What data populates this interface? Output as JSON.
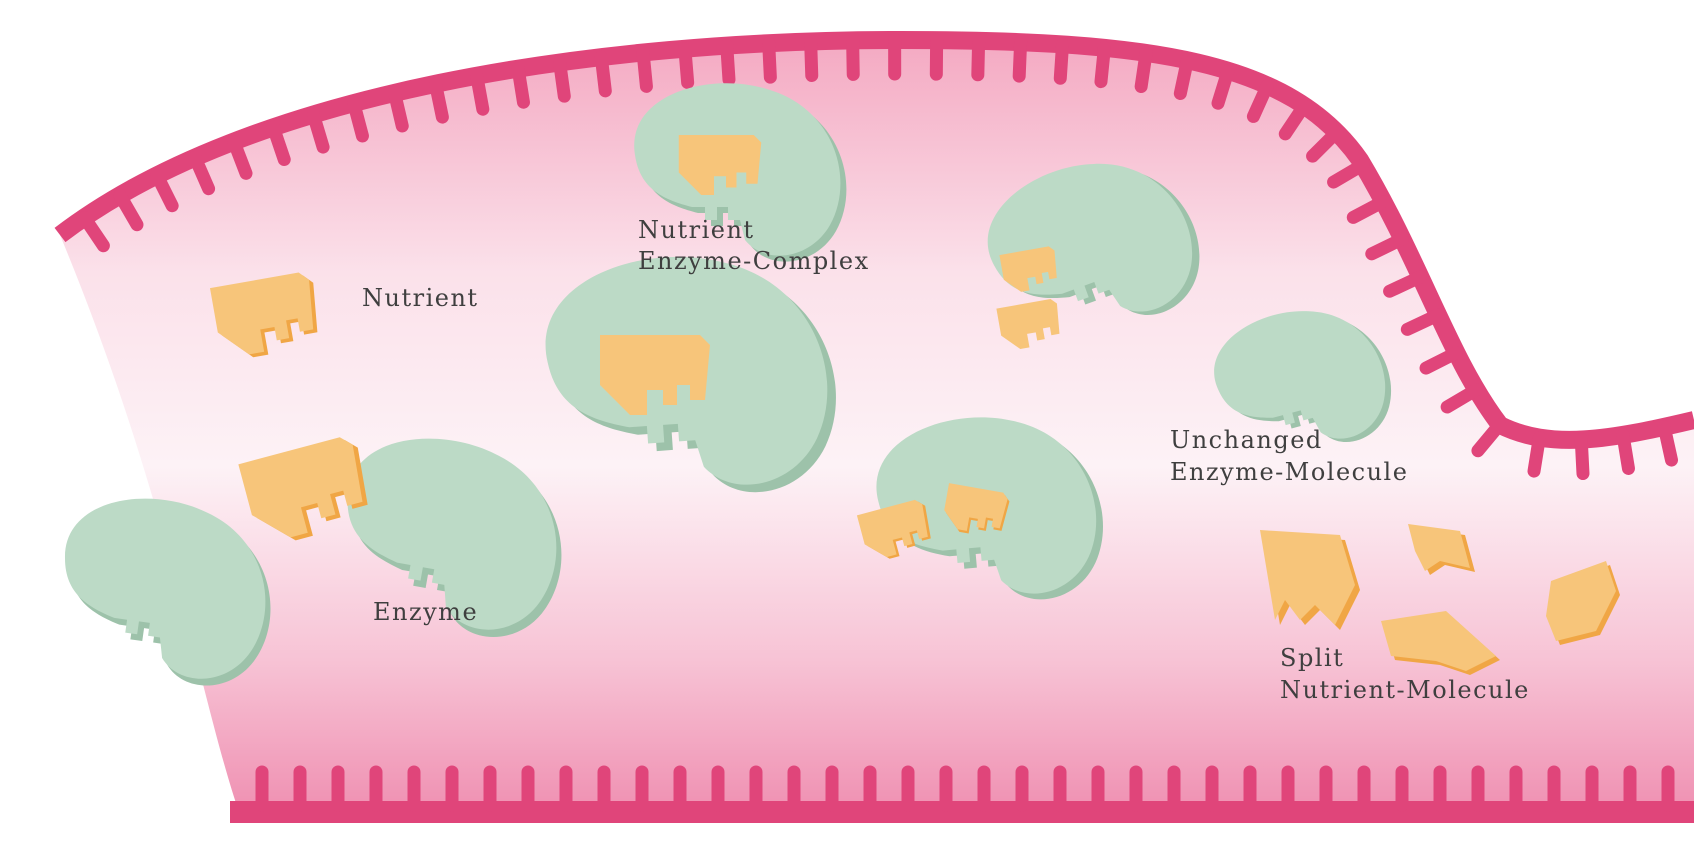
{
  "labels": {
    "nutrient": "Nutrient",
    "complex_line1": "Nutrient",
    "complex_line2": "Enzyme-Complex",
    "enzyme": "Enzyme",
    "unchanged_line1": "Unchanged",
    "unchanged_line2": "Enzyme-Molecule",
    "split_line1": "Split",
    "split_line2": "Nutrient-Molecule"
  },
  "colors": {
    "intestine_wall": "#e0457a",
    "lumen_light": "#fbeef3",
    "lumen_pink": "#f3a9c3",
    "enzyme_green": "#bcdac6",
    "enzyme_edge": "#9dc2aa",
    "nutrient_orange": "#f7c57a",
    "nutrient_edge": "#f0a645",
    "label_text": "#3f3f3f"
  }
}
